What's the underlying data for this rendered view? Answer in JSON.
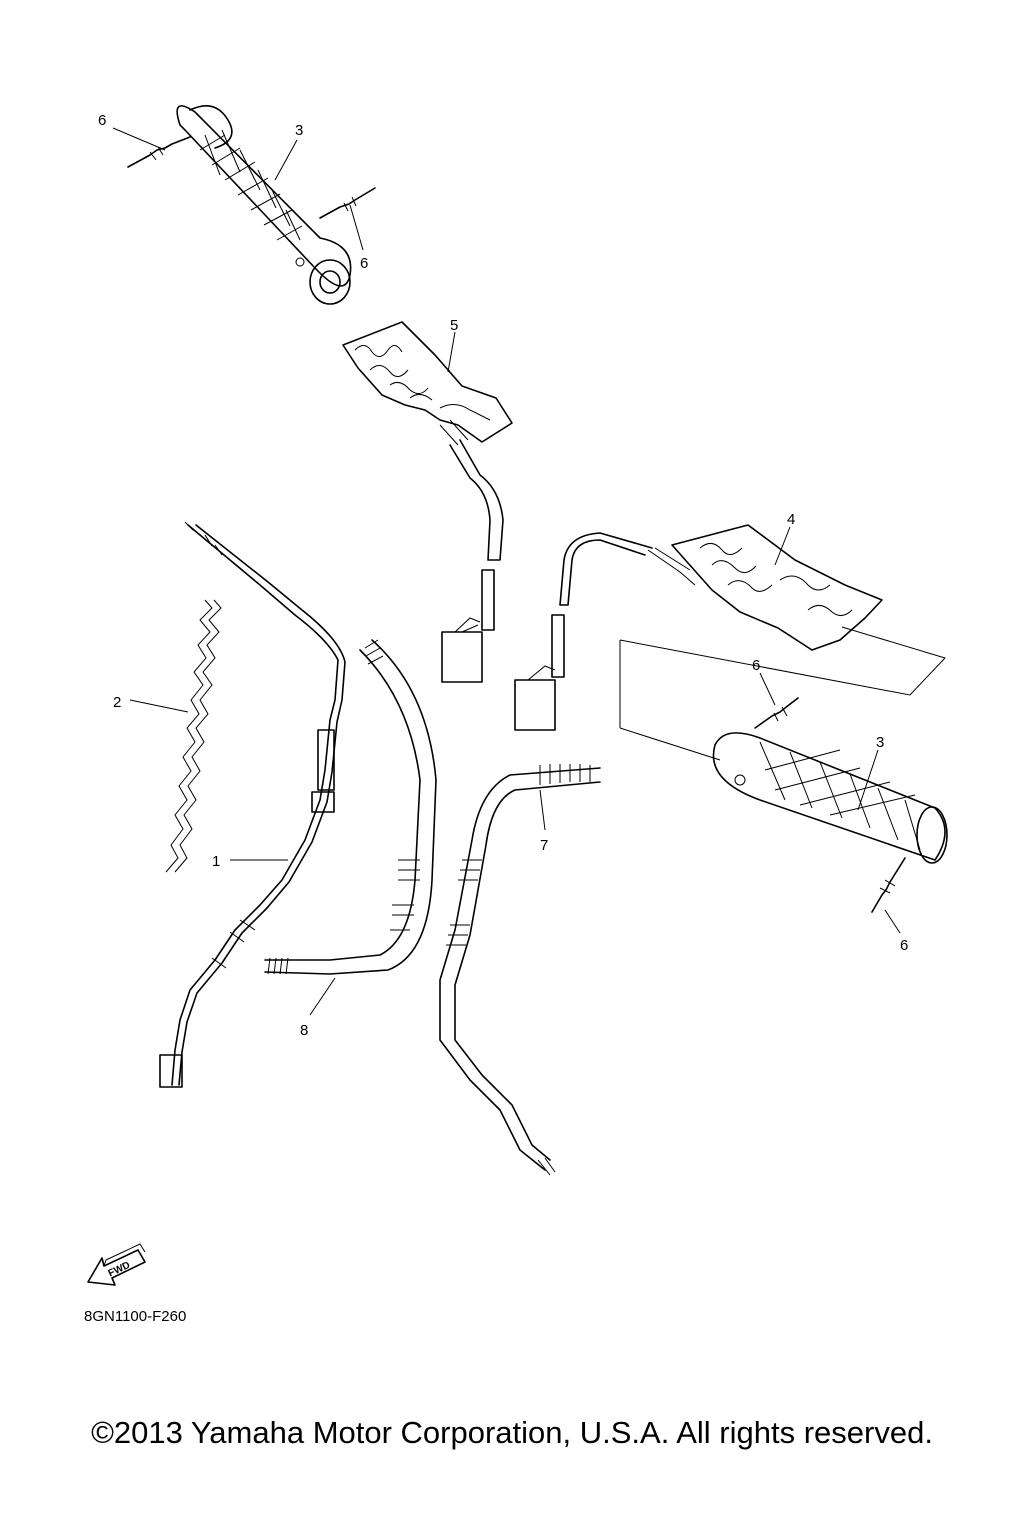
{
  "callouts": {
    "c1": "1",
    "c2": "2",
    "c3a": "3",
    "c3b": "3",
    "c4": "4",
    "c5": "5",
    "c6a": "6",
    "c6b": "6",
    "c6c": "6",
    "c6d": "6",
    "c7": "7",
    "c8": "8"
  },
  "fwd_label": "FWD",
  "part_code": "8GN1100-F260",
  "copyright": "©2013 Yamaha Motor Corporation, U.S.A. All rights reserved."
}
